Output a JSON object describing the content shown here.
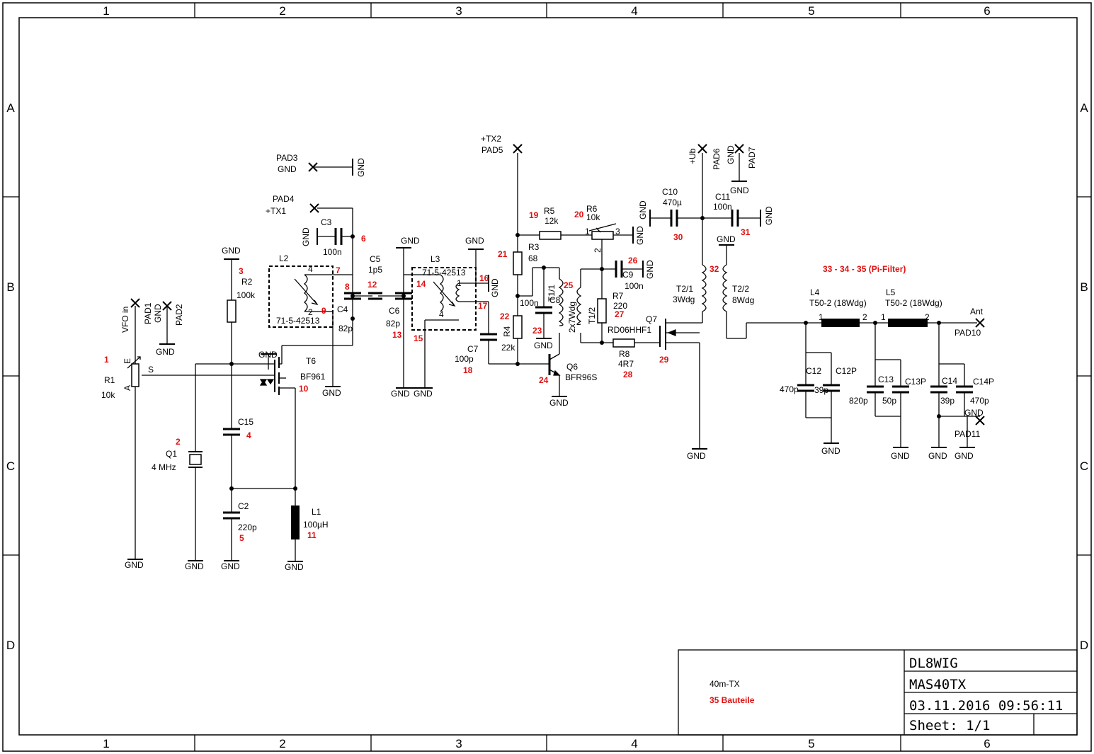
{
  "frame": {
    "columns": [
      "1",
      "2",
      "3",
      "4",
      "5",
      "6"
    ],
    "rows": [
      "A",
      "B",
      "C",
      "D"
    ]
  },
  "title_block": {
    "author": "DL8WIG",
    "project": "MAS40TX",
    "datetime": "03.11.2016 09:56:11",
    "sheet": "Sheet: 1/1",
    "note1": "40m-TX",
    "note2": "35 Bauteile"
  },
  "labels": {
    "vfo_in": "VFO in",
    "pad1": "PAD1",
    "gnd_pad1": "GND",
    "pad2": "PAD2",
    "pad3": "PAD3",
    "pad3_gnd": "GND",
    "pad4": "PAD4",
    "tx1": "+TX1",
    "tx2": "+TX2",
    "pad5": "PAD5",
    "ub": "+Ub",
    "pad6": "PAD6",
    "pad7": "PAD7",
    "ant": "Ant",
    "pad10": "PAD10",
    "pad11": "PAD11",
    "r1": "R1",
    "r1_val": "10k",
    "r1_e": "E",
    "r1_a": "A",
    "r1_s": "S",
    "q1": "Q1",
    "q1_val": "4 MHz",
    "r2": "R2",
    "r2_val": "100k",
    "c15": "C15",
    "c2": "C2",
    "c2_val": "220p",
    "l1": "L1",
    "l1_val": "100µH",
    "t6": "T6",
    "t6_val": "BF961",
    "l2": "L2",
    "l2_val": "71-5-42513",
    "c3": "C3",
    "c3_val": "100n",
    "c4": "C4",
    "c4_val": "82p",
    "c5": "C5",
    "c5_val": "1p5",
    "c6": "C6",
    "c6_val": "82p",
    "l3": "L3",
    "l3_val": "71-5-42513",
    "c7": "C7",
    "c7_val": "100p",
    "r3": "R3",
    "r3_val": "68",
    "r4": "R4",
    "r4_val": "22k",
    "r5": "R5",
    "r5_val": "12k",
    "r6": "R6",
    "r6_val": "10k",
    "c8": "C8",
    "c8_val": "100n",
    "t11": "T1/1",
    "t12": "T1/2",
    "t1_val": "2x7Wdg",
    "q6": "Q6",
    "q6_val": "BFR96S",
    "c9": "C9",
    "c9_val": "100n",
    "r7": "R7",
    "r7_val": "220",
    "r8": "R8",
    "r8_val": "4R7",
    "q7": "Q7",
    "q7_val": "RD06HHF1",
    "c10": "C10",
    "c10_val": "470µ",
    "c11": "C11",
    "c11_val": "100n",
    "t21": "T2/1",
    "t21_val": "3Wdg",
    "t22": "T2/2",
    "t22_val": "8Wdg",
    "l4": "L4",
    "l4_val": "T50-2 (18Wdg)",
    "l5": "L5",
    "l5_val": "T50-2 (18Wdg)",
    "c12": "C12",
    "c12_val": "470p",
    "c12p": "C12P",
    "c12p_val": "39p",
    "c13": "C13",
    "c13_val": "820p",
    "c13p": "C13P",
    "c13p_val": "50p",
    "c14": "C14",
    "c14_val": "39p",
    "c14p": "C14P",
    "c14p_val": "470p",
    "pi_filter": "33 - 34 - 35 (Pi-Filter)",
    "gnd": "GND"
  },
  "markers": [
    "1",
    "2",
    "3",
    "4",
    "5",
    "6",
    "7",
    "8",
    "9",
    "10",
    "11",
    "12",
    "13",
    "14",
    "15",
    "16",
    "17",
    "18",
    "19",
    "20",
    "21",
    "22",
    "23",
    "24",
    "25",
    "26",
    "27",
    "28",
    "29",
    "30",
    "31",
    "32"
  ]
}
